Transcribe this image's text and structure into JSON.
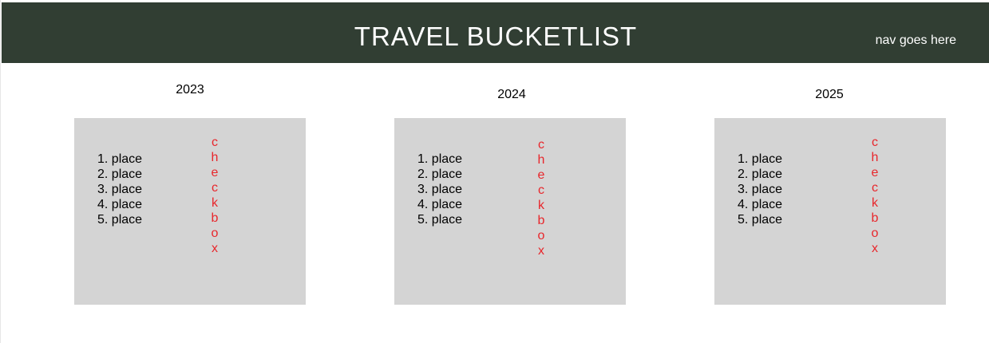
{
  "header": {
    "title": "TRAVEL BUCKETLIST",
    "nav": "nav goes here"
  },
  "columns": [
    {
      "year": "2023",
      "places": [
        "1. place",
        "2. place",
        "3. place",
        "4. place",
        "5. place"
      ],
      "checkbox_letters": [
        "c",
        "h",
        "e",
        "c",
        "k",
        "b",
        "o",
        "x"
      ]
    },
    {
      "year": "2024",
      "places": [
        "1. place",
        "2. place",
        "3. place",
        "4. place",
        "5. place"
      ],
      "checkbox_letters": [
        "c",
        "h",
        "e",
        "c",
        "k",
        "b",
        "o",
        "x"
      ]
    },
    {
      "year": "2025",
      "places": [
        "1. place",
        "2. place",
        "3. place",
        "4. place",
        "5. place"
      ],
      "checkbox_letters": [
        "c",
        "h",
        "e",
        "c",
        "k",
        "b",
        "o",
        "x"
      ]
    }
  ],
  "colors": {
    "header_bg": "#313e33",
    "card_bg": "#d4d4d4",
    "checkbox_text": "#e8262b"
  }
}
